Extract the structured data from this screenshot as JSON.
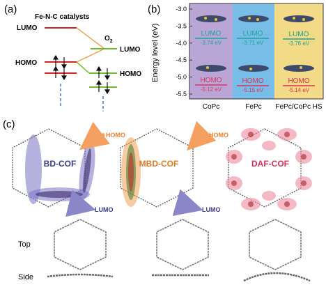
{
  "panel_a": {
    "label": "(a)",
    "title": "Fe-N-C catalysts",
    "lumo_left": "LUMO",
    "homo_left": "HOMO",
    "o2_label": "O",
    "o2_sub": "2",
    "lumo_right": "LUMO",
    "homo_right": "HOMO",
    "colors": {
      "red": "#d42020",
      "green": "#6abf2a",
      "orange": "#f0a050",
      "blue": "#3a7fd0"
    }
  },
  "panel_b": {
    "label": "(b)",
    "ylabel": "Energy level (eV)",
    "yticks": [
      "-3.0",
      "-3.5",
      "-4.0",
      "-4.5",
      "-5.0",
      "-5.5"
    ],
    "categories": [
      "CoPc",
      "FePc",
      "FePc/CoPc HS"
    ],
    "lumo_text": "LUMO",
    "homo_text": "HOMO",
    "lumo_values": [
      "-3.74 eV",
      "-3.71 eV",
      "-3.76 eV"
    ],
    "homo_values": [
      "-5.12 eV",
      "-5.15 eV",
      "-5.14 eV"
    ],
    "colors": {
      "col1": "#b9a6d6",
      "col2": "#78bde8",
      "col3": "#f3da86",
      "lumo_line": "#1aa39a",
      "homo_line": "#e0305a"
    }
  },
  "panel_c": {
    "label": "(c)",
    "cof_names": [
      "BD-COF",
      "MBD-COF",
      "DAF-COF"
    ],
    "homo_label": "HOMO",
    "lumo_label": "LUMO",
    "row_top": "Top",
    "row_side": "Side",
    "colors": {
      "bd": "#7a72c4",
      "mbd": "#f0a050",
      "daf": "#f08aa0",
      "arrow_homo": "#f5a060",
      "arrow_lumo": "#8a86c8"
    }
  }
}
